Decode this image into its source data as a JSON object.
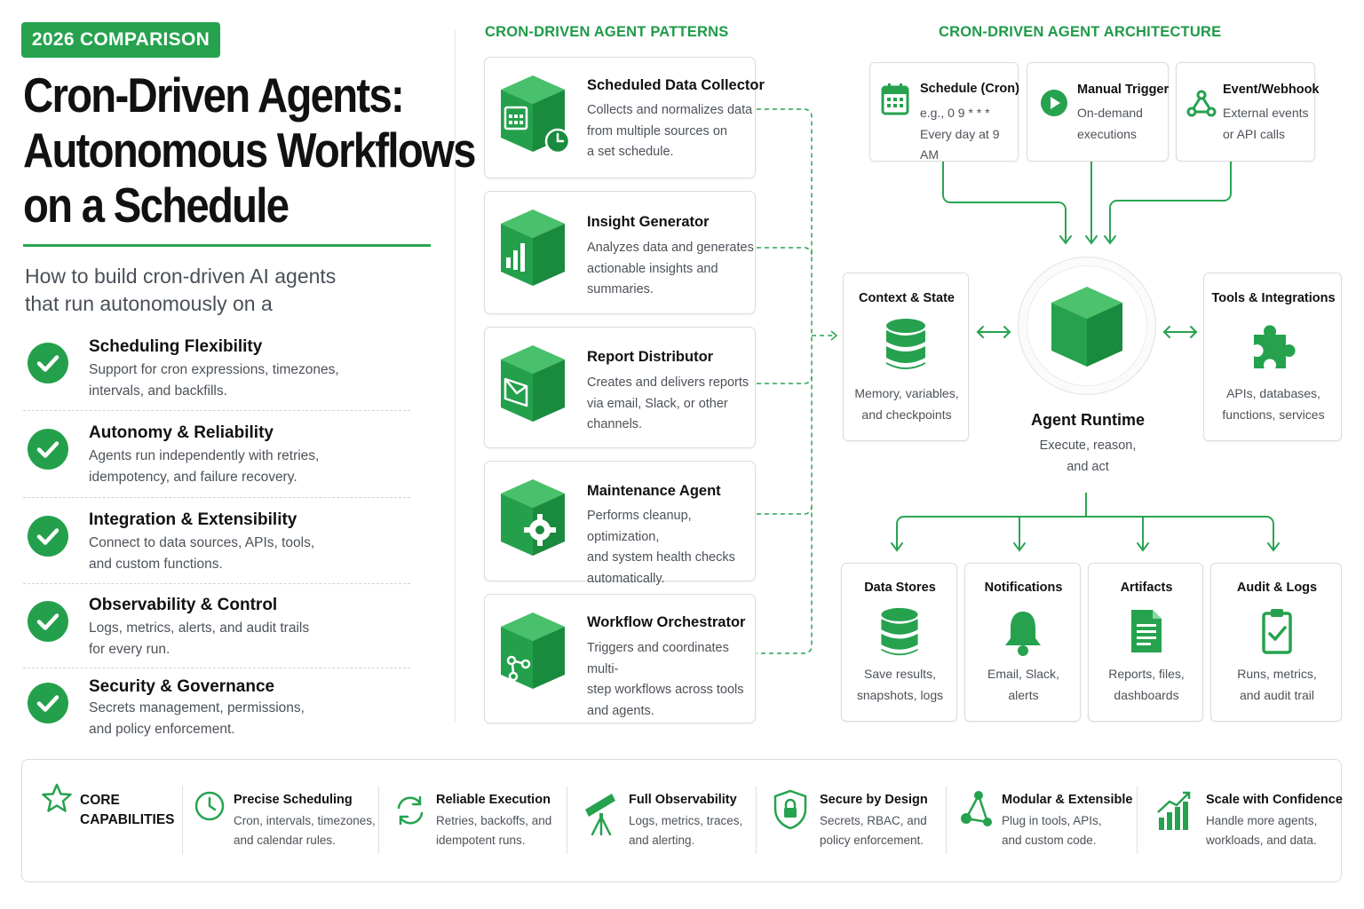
{
  "header": {
    "badge": "2026 COMPARISON",
    "title_lines": [
      "Cron-Driven Agents:",
      "Autonomous Workflows",
      "on a Schedule"
    ],
    "subtitle_lines": [
      "How to build cron-driven AI agents",
      "that run autonomously on a"
    ]
  },
  "features": [
    {
      "title": "Scheduling Flexibility",
      "desc_lines": [
        "Support for cron expressions, timezones,",
        "intervals, and backfills."
      ]
    },
    {
      "title": "Autonomy & Reliability",
      "desc_lines": [
        "Agents run independently with retries,",
        "idempotency, and failure recovery."
      ]
    },
    {
      "title": "Integration & Extensibility",
      "desc_lines": [
        "Connect to data sources, APIs, tools,",
        "and custom functions."
      ]
    },
    {
      "title": "Observability & Control",
      "desc_lines": [
        "Logs, metrics, alerts, and audit trails",
        "for every run."
      ]
    },
    {
      "title": "Security & Governance",
      "desc_lines": [
        "Secrets management, permissions,",
        "and policy enforcement."
      ]
    }
  ],
  "patterns": {
    "heading": "CRON-DRIVEN AGENT PATTERNS",
    "items": [
      {
        "title": "Scheduled Data Collector",
        "desc_lines": [
          "Collects and normalizes data",
          "from multiple sources on",
          "a set schedule."
        ],
        "icon": "calendar-clock-icon"
      },
      {
        "title": "Insight Generator",
        "desc_lines": [
          "Analyzes data and generates",
          "actionable insights and",
          "summaries."
        ],
        "icon": "bar-chart-icon"
      },
      {
        "title": "Report Distributor",
        "desc_lines": [
          "Creates and delivers reports",
          "via email, Slack, or other",
          "channels."
        ],
        "icon": "envelope-icon"
      },
      {
        "title": "Maintenance Agent",
        "desc_lines": [
          "Performs cleanup, optimization,",
          "and system health checks",
          "automatically."
        ],
        "icon": "gear-icon"
      },
      {
        "title": "Workflow Orchestrator",
        "desc_lines": [
          "Triggers and coordinates multi-",
          "step workflows across tools",
          "and agents."
        ],
        "icon": "workflow-icon"
      }
    ]
  },
  "architecture": {
    "heading": "CRON-DRIVEN AGENT ARCHITECTURE",
    "triggers": [
      {
        "title": "Schedule (Cron)",
        "desc_lines": [
          "e.g., 0 9 * * *",
          "Every day at 9 AM"
        ],
        "icon": "calendar-icon"
      },
      {
        "title": "Manual Trigger",
        "desc_lines": [
          "On-demand",
          "executions"
        ],
        "icon": "play-icon"
      },
      {
        "title": "Event/Webhook",
        "desc_lines": [
          "External events",
          "or API calls"
        ],
        "icon": "webhook-icon"
      }
    ],
    "context": {
      "title": "Context & State",
      "desc_lines": [
        "Memory, variables,",
        "and checkpoints"
      ],
      "icon": "database-icon"
    },
    "tools": {
      "title": "Tools & Integrations",
      "desc_lines": [
        "APIs, databases,",
        "functions, services"
      ],
      "icon": "puzzle-icon"
    },
    "runtime": {
      "title": "Agent Runtime",
      "desc_lines": [
        "Execute, reason,",
        "and act"
      ],
      "icon": "cube-icon"
    },
    "outputs": [
      {
        "title": "Data Stores",
        "desc_lines": [
          "Save results,",
          "snapshots, logs"
        ],
        "icon": "database-icon"
      },
      {
        "title": "Notifications",
        "desc_lines": [
          "Email, Slack,",
          "alerts"
        ],
        "icon": "bell-icon"
      },
      {
        "title": "Artifacts",
        "desc_lines": [
          "Reports, files,",
          "dashboards"
        ],
        "icon": "document-icon"
      },
      {
        "title": "Audit & Logs",
        "desc_lines": [
          "Runs, metrics,",
          "and audit trail"
        ],
        "icon": "clipboard-check-icon"
      }
    ]
  },
  "capabilities": {
    "heading_lines": [
      "CORE",
      "CAPABILITIES"
    ],
    "items": [
      {
        "title": "Precise Scheduling",
        "desc_lines": [
          "Cron, intervals, timezones,",
          "and calendar rules."
        ],
        "icon": "clock-icon"
      },
      {
        "title": "Reliable Execution",
        "desc_lines": [
          "Retries, backoffs, and",
          "idempotent runs."
        ],
        "icon": "refresh-icon"
      },
      {
        "title": "Full Observability",
        "desc_lines": [
          "Logs, metrics, traces,",
          "and alerting."
        ],
        "icon": "telescope-icon"
      },
      {
        "title": "Secure by Design",
        "desc_lines": [
          "Secrets, RBAC, and",
          "policy enforcement."
        ],
        "icon": "shield-lock-icon"
      },
      {
        "title": "Modular & Extensible",
        "desc_lines": [
          "Plug in tools, APIs,",
          "and custom code."
        ],
        "icon": "network-icon"
      },
      {
        "title": "Scale with Confidence",
        "desc_lines": [
          "Handle more agents,",
          "workloads, and data."
        ],
        "icon": "growth-chart-icon"
      }
    ]
  },
  "colors": {
    "accent": "#26a24f",
    "accent_dark": "#1b7f3a",
    "border": "#d9dcdf",
    "text_muted": "#4c5259"
  }
}
